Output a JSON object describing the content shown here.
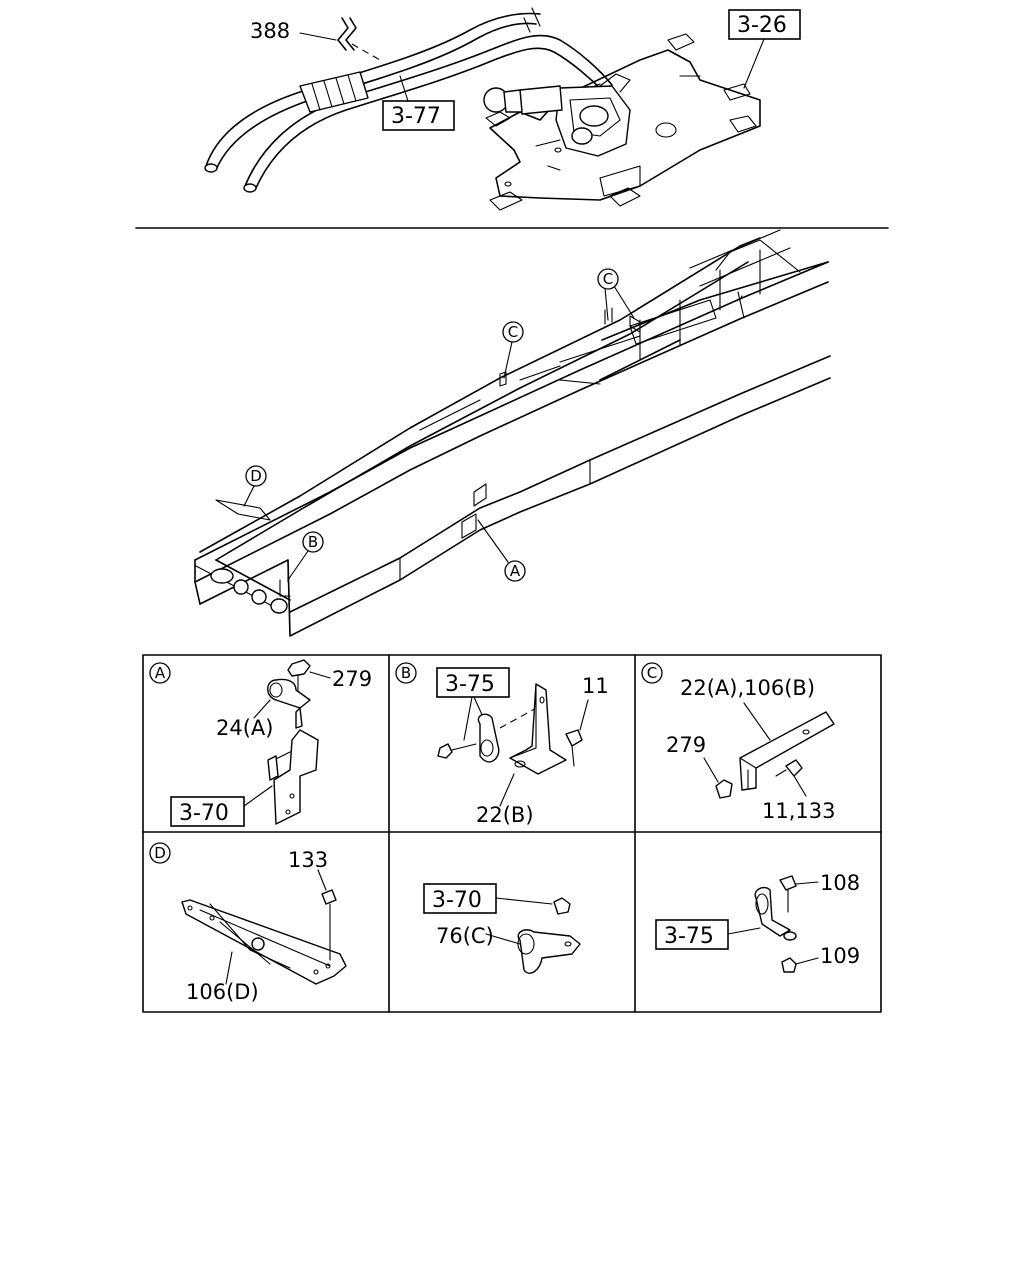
{
  "top_view": {
    "labels": {
      "part_388": "388"
    },
    "refs": {
      "ref_3_26": "3-26",
      "ref_3_77": "3-77"
    }
  },
  "frame_view": {
    "callouts": {
      "c1": "C",
      "c2": "C",
      "d": "D",
      "b": "B",
      "a": "A"
    }
  },
  "details": {
    "A": {
      "letter": "A",
      "part_279": "279",
      "part_24": "24(A)",
      "ref_3_70": "3-70"
    },
    "B": {
      "letter": "B",
      "ref_3_75": "3-75",
      "part_11": "11",
      "part_22b": "22(B)"
    },
    "C": {
      "letter": "C",
      "part_22a_106b": "22(A),106(B)",
      "part_279": "279",
      "part_11_133": "11,133"
    },
    "D": {
      "letter": "D",
      "part_133": "133",
      "part_106d": "106(D)"
    },
    "E": {
      "ref_3_70": "3-70",
      "part_76c": "76(C)"
    },
    "F": {
      "part_108": "108",
      "ref_3_75": "3-75",
      "part_109": "109"
    }
  }
}
